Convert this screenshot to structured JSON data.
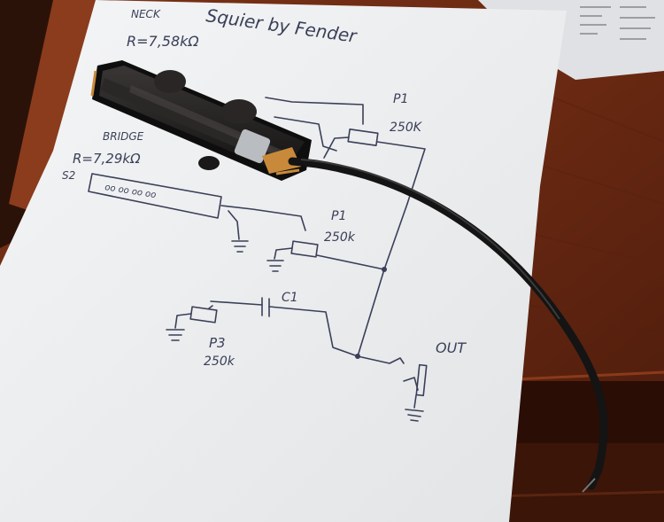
{
  "photo": {
    "colors": {
      "table": "#6e2a12",
      "table_dark": "#3b140a",
      "paper": "#eceef0",
      "ink": "#3a3f58",
      "pickup": "#1e1c1c",
      "cable": "#141414"
    }
  },
  "sketch": {
    "title": "Squier by Fender",
    "neck_label": "NECK",
    "neck_resistance": "R=7,58kΩ",
    "bridge_label": "BRIDGE",
    "bridge_resistance": "R=7,29kΩ",
    "s2_label": "S2",
    "bridge_pole_pattern": "oo  oo  oo  oo",
    "p1_top_label": "P1",
    "p1_top_value": "250K",
    "p1_mid_label": "P1",
    "p1_mid_value": "250k",
    "c1_label": "C1",
    "p3_label": "P3",
    "p3_value": "250k",
    "out_label": "OUT"
  }
}
